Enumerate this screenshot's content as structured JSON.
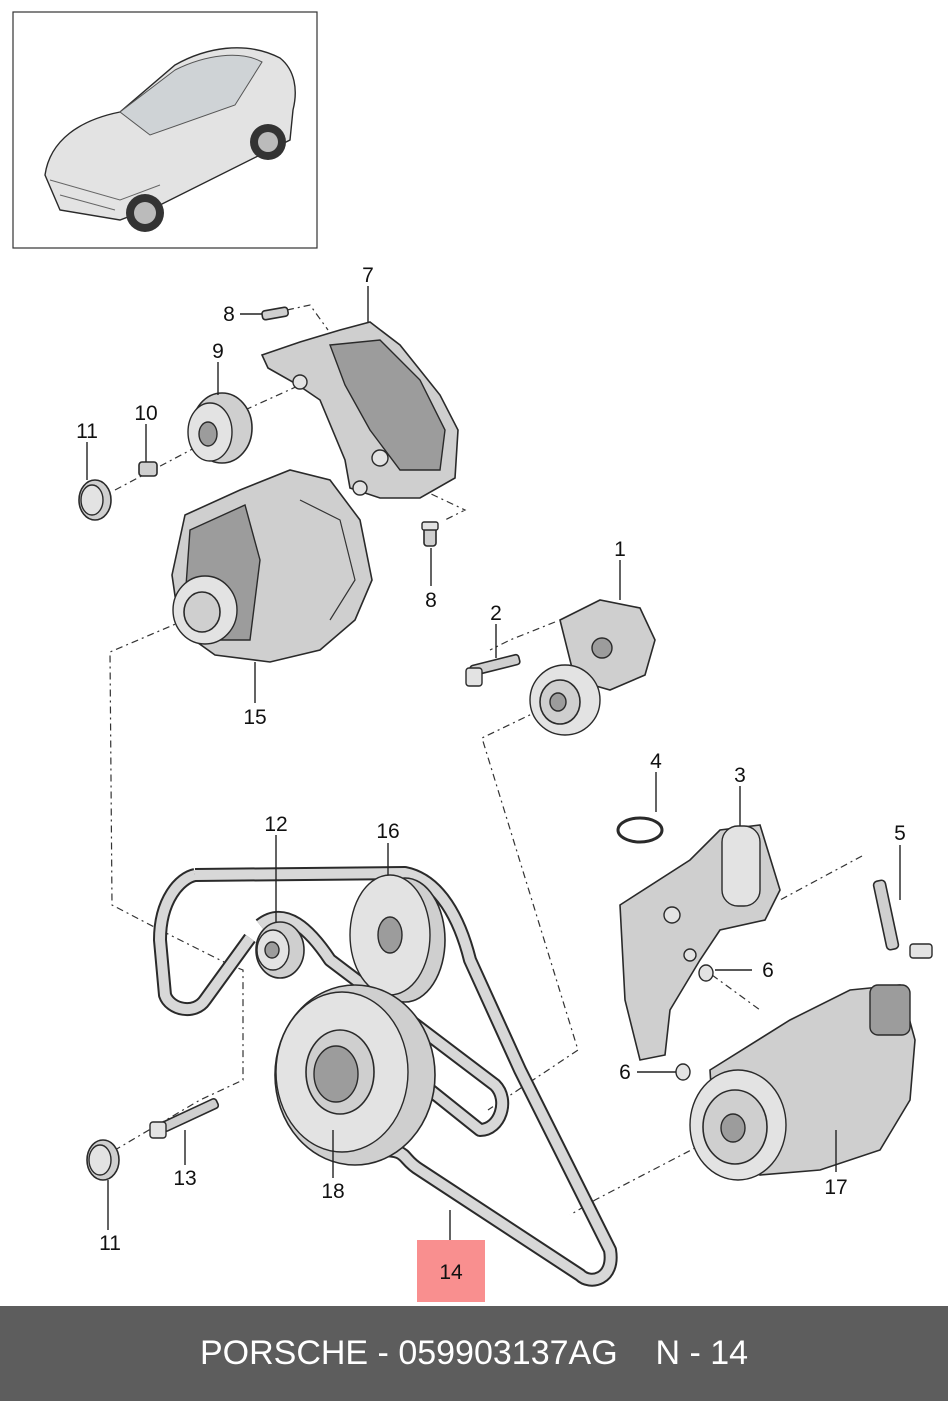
{
  "callouts": [
    {
      "id": "c7",
      "label": "7"
    },
    {
      "id": "c8a",
      "label": "8"
    },
    {
      "id": "c9",
      "label": "9"
    },
    {
      "id": "c10",
      "label": "10"
    },
    {
      "id": "c11a",
      "label": "11"
    },
    {
      "id": "c8b",
      "label": "8"
    },
    {
      "id": "c1",
      "label": "1"
    },
    {
      "id": "c2",
      "label": "2"
    },
    {
      "id": "c15",
      "label": "15"
    },
    {
      "id": "c4",
      "label": "4"
    },
    {
      "id": "c3",
      "label": "3"
    },
    {
      "id": "c5",
      "label": "5"
    },
    {
      "id": "c12",
      "label": "12"
    },
    {
      "id": "c16",
      "label": "16"
    },
    {
      "id": "c6a",
      "label": "6"
    },
    {
      "id": "c6b",
      "label": "6"
    },
    {
      "id": "c13",
      "label": "13"
    },
    {
      "id": "c18",
      "label": "18"
    },
    {
      "id": "c17",
      "label": "17"
    },
    {
      "id": "c11b",
      "label": "11"
    },
    {
      "id": "c14",
      "label": "14"
    }
  ],
  "highlight": {
    "label": "14",
    "color": "#f98f8f"
  },
  "footer": {
    "brand": "PORSCHE",
    "separator": " - ",
    "part_number": "059903137AG",
    "position": "N - 14"
  },
  "colors": {
    "footer_bg": "#5d5d5d",
    "highlight": "#f98f8f"
  }
}
